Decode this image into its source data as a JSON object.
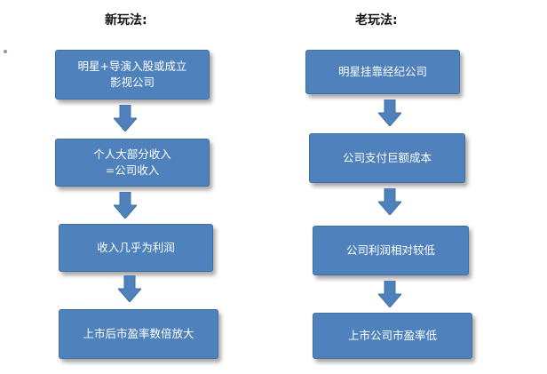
{
  "headings": {
    "left": "新玩法:",
    "right": "老玩法:"
  },
  "left_flow": {
    "step1": [
      "明星+导演入股或成立",
      "影视公司"
    ],
    "step2": [
      "个人大部分收入",
      "=公司收入"
    ],
    "step3": [
      "收入几乎为利润"
    ],
    "step4": [
      "上市后市盈率数倍放大"
    ]
  },
  "right_flow": {
    "step1": [
      "明星挂靠经纪公司"
    ],
    "step2": [
      "公司支付巨额成本"
    ],
    "step3": [
      "公司利润相对较低"
    ],
    "step4": [
      "上市公司市盈率低"
    ]
  },
  "colors": {
    "box_fill": "#4f81bd",
    "box_border": "#41709e",
    "text": "#ffffff"
  },
  "icons": {
    "connector": "down-arrow-icon"
  }
}
